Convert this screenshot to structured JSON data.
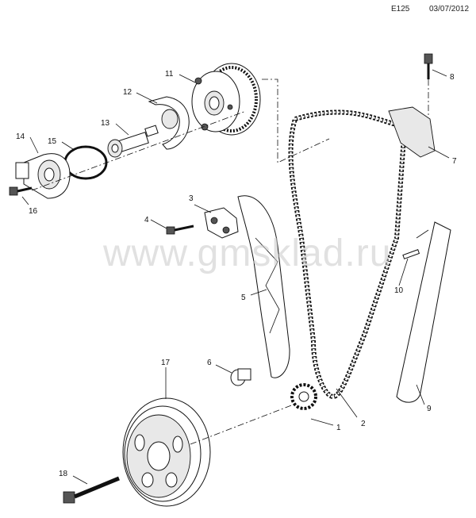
{
  "header": {
    "code": "E125",
    "date": "03/07/2012"
  },
  "watermark": "www.gmsklad.ru",
  "callouts": [
    "1",
    "2",
    "3",
    "4",
    "5",
    "6",
    "7",
    "8",
    "9",
    "10",
    "11",
    "12",
    "13",
    "14",
    "15",
    "16",
    "17",
    "18"
  ]
}
